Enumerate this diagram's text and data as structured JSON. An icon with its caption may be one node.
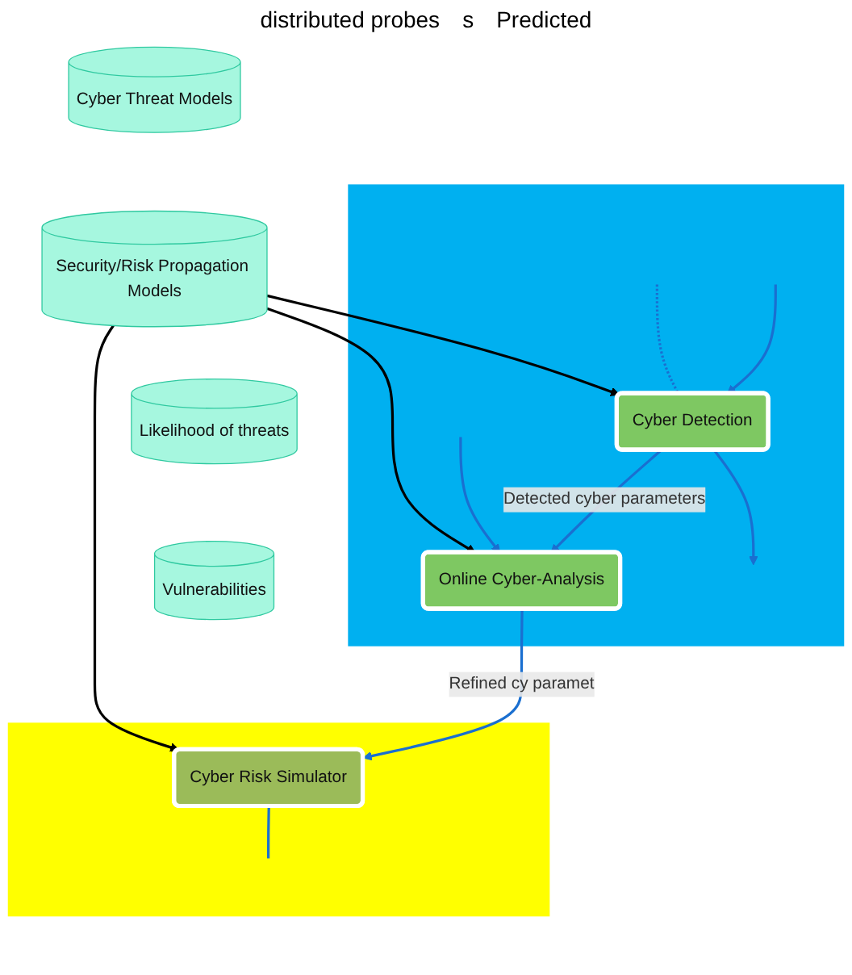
{
  "diagram": {
    "nodes": [
      {
        "text": [],
        "shape": "box"
      },
      {
        "text": [
          "Cyber Detection"
        ],
        "in": 0
      },
      {
        "text": [
          "Online Cyber-Analysis"
        ],
        "in": 0
      },
      {
        "text": [],
        "shape": "box"
      },
      {
        "text": [
          "Cyber Risk Simulator"
        ],
        "in": 3
      },
      {
        "text": [
          "Cyber Threat Models"
        ]
      },
      {
        "text": [
          "Security/Risk Propagation Models"
        ]
      },
      {
        "text": [
          "Likelihood of threats"
        ]
      },
      {
        "text": [
          "Vulnerabilities"
        ]
      }
    ],
    "edges": [
      {
        "from": null,
        "to": 1,
        "arrow": "to"
      },
      {
        "from": null,
        "to": 1,
        "arrow": "none",
        "style": "dashed"
      },
      {
        "from": 1,
        "to": 2,
        "arrow": "to",
        "label": "Detected cyber parameters"
      },
      {
        "from": 1,
        "to": null,
        "arrow": "to"
      },
      {
        "from": null,
        "to": 2,
        "arrow": "to"
      },
      {
        "from": 2,
        "to": 4,
        "arrow": "to",
        "label": "Refined cy paramet"
      },
      {
        "from": 4,
        "to": null,
        "arrow": "none"
      },
      {
        "from": 6,
        "to": 1,
        "arrow": "to",
        "color": "#000000"
      },
      {
        "from": 6,
        "to": 2,
        "arrow": "to",
        "color": "#000000"
      },
      {
        "from": 6,
        "to": 4,
        "arrow": "to",
        "color": "#000000"
      }
    ],
    "labels": [
      "distributed probes",
      "s",
      "Predicted"
    ]
  }
}
